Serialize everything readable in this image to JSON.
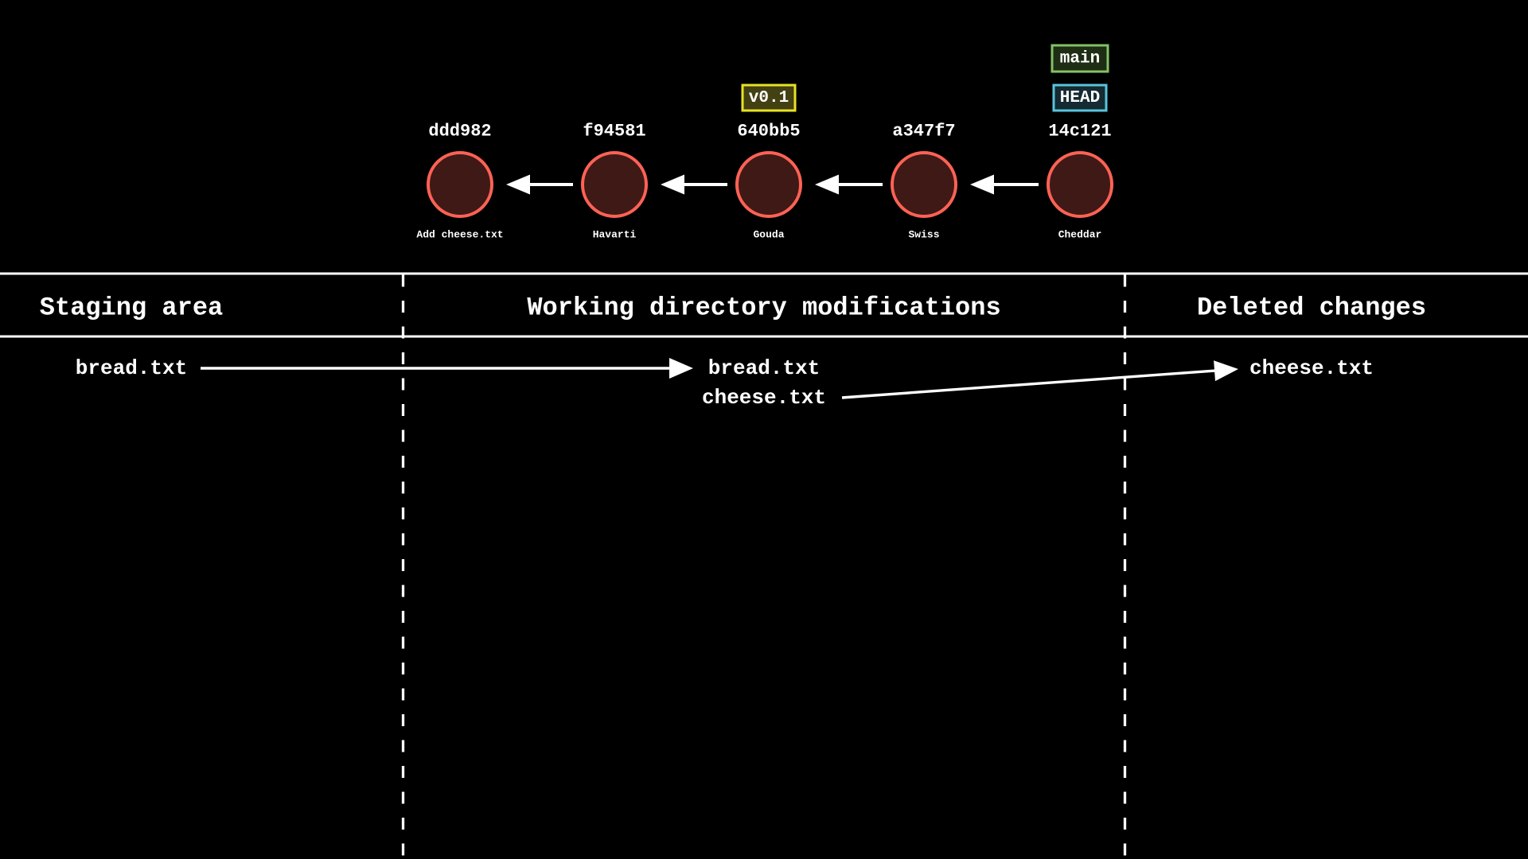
{
  "colors": {
    "background": "#000000",
    "text": "#ffffff",
    "line": "#ffffff",
    "commit_stroke": "#fc6255",
    "commit_fill": "#3f1915",
    "branch_stroke": "#83c167",
    "branch_fill": "#1f2d15",
    "head_stroke": "#58c4dd",
    "head_fill": "#152a31",
    "tag_stroke": "#e8e224",
    "tag_fill": "#434012"
  },
  "graph": {
    "commits": [
      {
        "hash": "ddd982",
        "message": "Add cheese.txt"
      },
      {
        "hash": "f94581",
        "message": "Havarti"
      },
      {
        "hash": "640bb5",
        "message": "Gouda"
      },
      {
        "hash": "a347f7",
        "message": "Swiss"
      },
      {
        "hash": "14c121",
        "message": "Cheddar"
      }
    ],
    "branch_badge": {
      "label": "main",
      "on": "14c121"
    },
    "head_badge": {
      "label": "HEAD",
      "on": "14c121"
    },
    "tag_badge": {
      "label": "v0.1",
      "on": "640bb5"
    }
  },
  "table": {
    "headers": {
      "staging": "Staging area",
      "working": "Working directory modifications",
      "deleted": "Deleted changes"
    },
    "files": {
      "staging": [
        "bread.txt"
      ],
      "working": [
        "bread.txt",
        "cheese.txt"
      ],
      "deleted": [
        "cheese.txt"
      ]
    },
    "arrows": [
      {
        "file": "bread.txt",
        "from": "staging",
        "to": "working"
      },
      {
        "file": "cheese.txt",
        "from": "working",
        "to": "deleted"
      }
    ]
  }
}
